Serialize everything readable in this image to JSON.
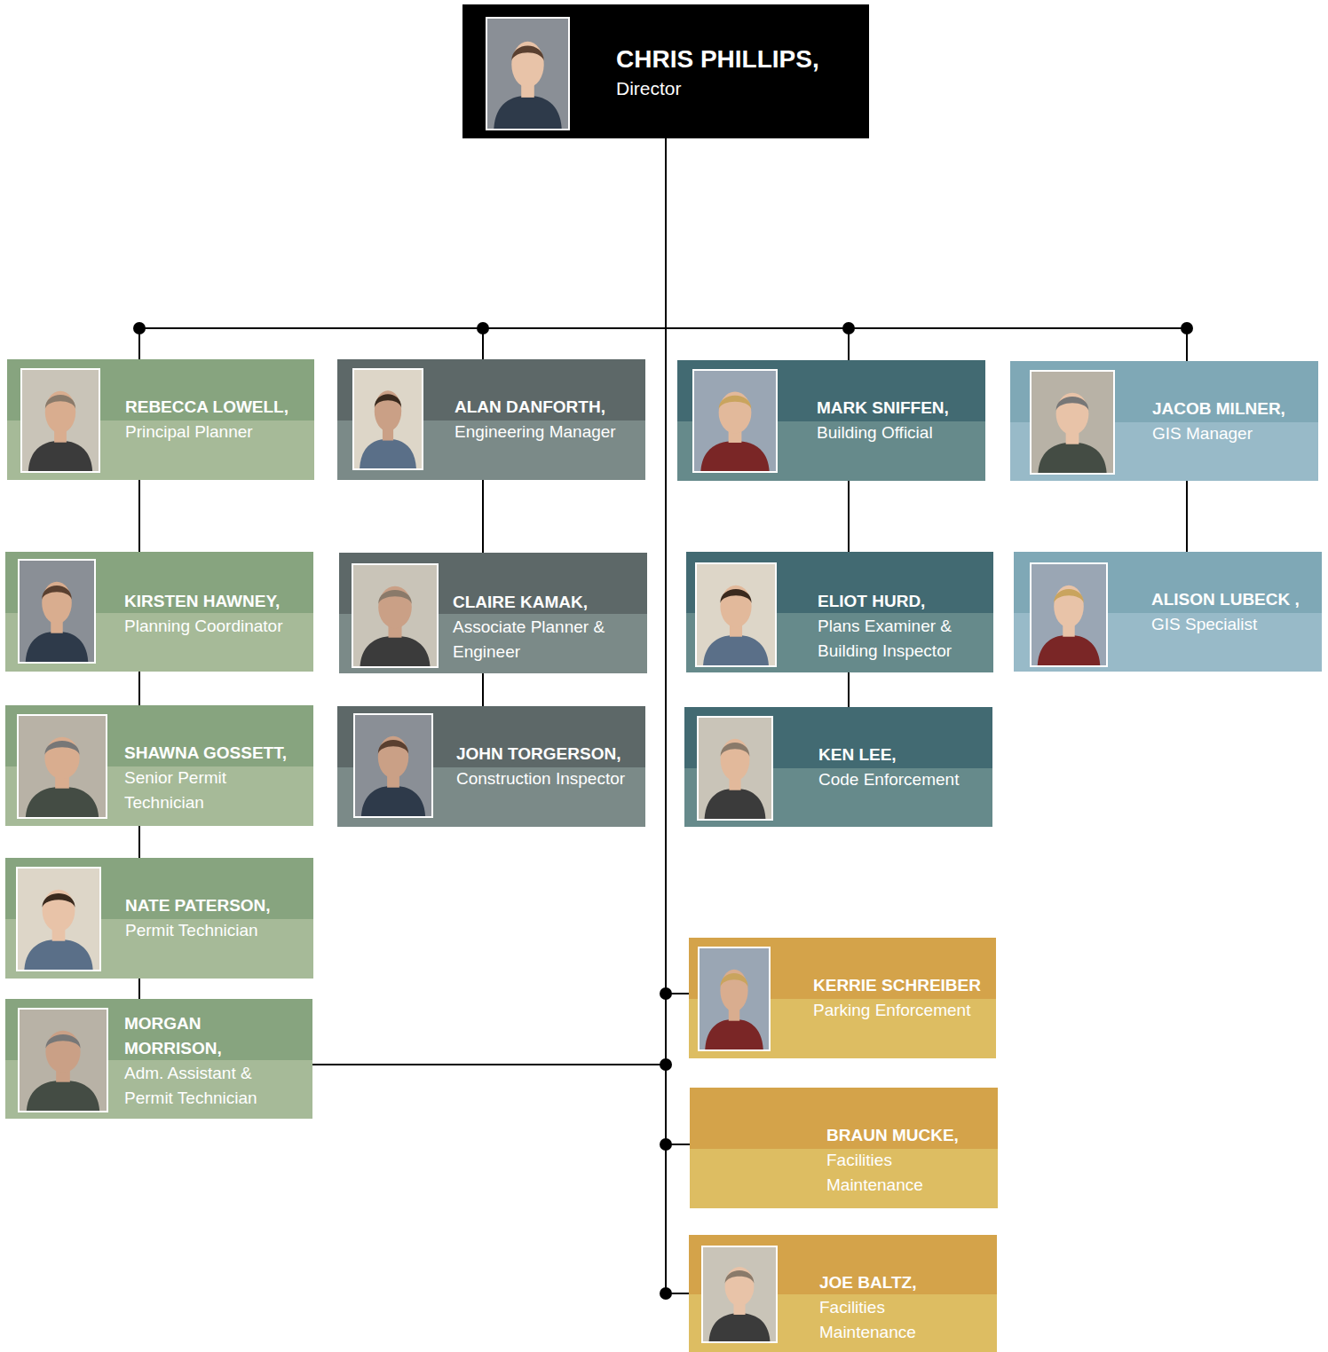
{
  "diagram": {
    "nodes": [
      {
        "text": [
          "CHRIS PHILLIPS,",
          "Director"
        ]
      },
      {
        "text": [
          "REBECCA LOWELL,",
          "Principal Planner"
        ]
      },
      {
        "text": [
          "ALAN DANFORTH,",
          "Engineering Manager"
        ]
      },
      {
        "text": [
          "MARK SNIFFEN,",
          "Building Official"
        ]
      },
      {
        "text": [
          "JACOB MILNER,",
          "GIS Manager"
        ]
      },
      {
        "text": [
          "KIRSTEN HAWNEY,",
          "Planning Coordinator"
        ]
      },
      {
        "text": [
          "CLAIRE KAMAK,",
          "Associate Planner & Engineer"
        ]
      },
      {
        "text": [
          "ELIOT HURD,",
          "Plans Examiner & Building Inspector"
        ]
      },
      {
        "text": [
          "ALISON LUBECK ,",
          "GIS Specialist"
        ]
      },
      {
        "text": [
          "SHAWNA GOSSETT,",
          "Senior Permit Technician"
        ]
      },
      {
        "text": [
          "JOHN TORGERSON,",
          "Construction Inspector"
        ]
      },
      {
        "text": [
          "KEN LEE,",
          "Code Enforcement"
        ]
      },
      {
        "text": [
          "NATE PATERSON,",
          "Permit Technician"
        ]
      },
      {
        "text": [
          "KERRIE SCHREIBER",
          "Parking Enforcement"
        ]
      },
      {
        "text": [
          "MORGAN MORRISON,",
          "Adm. Assistant & Permit Technician"
        ]
      },
      {
        "text": [
          "BRAUN MUCKE,",
          "Facilities Maintenance"
        ]
      },
      {
        "text": [
          "JOE BALTZ,",
          "Facilities Maintenance"
        ]
      }
    ],
    "edges": [
      {
        "from": 0,
        "to": 1,
        "arrow": "none"
      },
      {
        "from": 0,
        "to": 2,
        "arrow": "none"
      },
      {
        "from": 0,
        "to": 3,
        "arrow": "none"
      },
      {
        "from": 0,
        "to": 4,
        "arrow": "none"
      },
      {
        "from": 1,
        "to": 5,
        "arrow": "none"
      },
      {
        "from": 5,
        "to": 9,
        "arrow": "none"
      },
      {
        "from": 9,
        "to": 12,
        "arrow": "none"
      },
      {
        "from": 12,
        "to": 14,
        "arrow": "none"
      },
      {
        "from": 2,
        "to": 6,
        "arrow": "none"
      },
      {
        "from": 6,
        "to": 10,
        "arrow": "none"
      },
      {
        "from": 3,
        "to": 7,
        "arrow": "none"
      },
      {
        "from": 7,
        "to": 11,
        "arrow": "none"
      },
      {
        "from": 4,
        "to": 8,
        "arrow": "none"
      },
      {
        "from": 0,
        "to": 13,
        "arrow": "none"
      },
      {
        "from": 0,
        "to": 14,
        "arrow": "none"
      },
      {
        "from": 0,
        "to": 15,
        "arrow": "none"
      },
      {
        "from": 0,
        "to": 16,
        "arrow": "none"
      }
    ]
  }
}
